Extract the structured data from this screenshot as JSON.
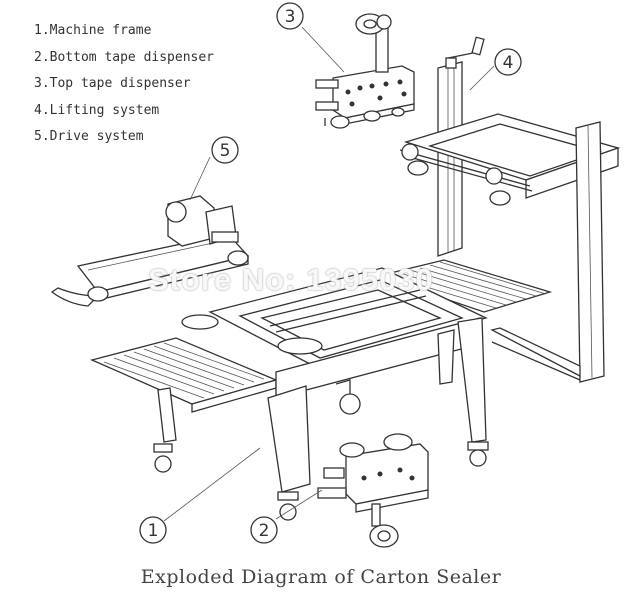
{
  "legend": [
    "1.Machine frame",
    "2.Bottom tape dispenser",
    "3.Top tape dispenser",
    "4.Lifting system",
    "5.Drive system"
  ],
  "callouts": [
    "1",
    "2",
    "3",
    "4",
    "5"
  ],
  "watermark": "Store No: 1395030",
  "caption": "Exploded Diagram of Carton Sealer"
}
